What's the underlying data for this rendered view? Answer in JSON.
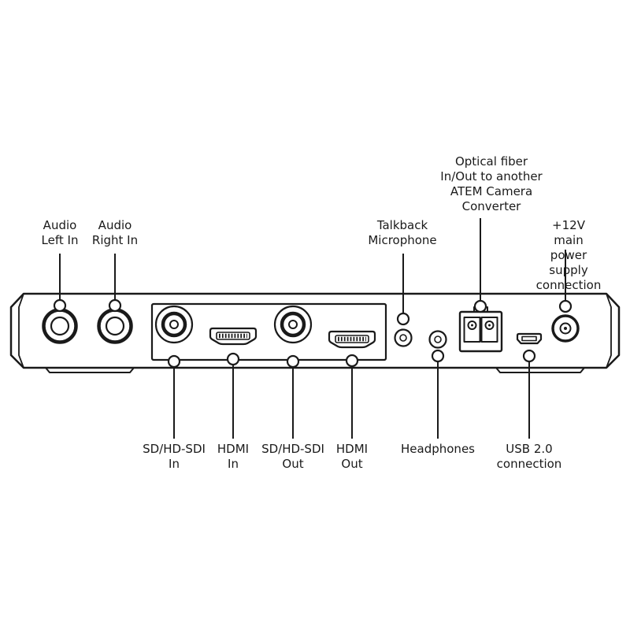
{
  "diagram": {
    "device": "rear-panel-connector-diagram",
    "labels": {
      "audio_left_in": "Audio\nLeft In",
      "audio_right_in": "Audio\nRight In",
      "talkback_microphone": "Talkback\nMicrophone",
      "optical_fiber": "Optical fiber\nIn/Out to another\nATEM Camera\nConverter",
      "power": "+12V main power\nsupply connection",
      "sdi_in": "SD/HD-SDI\nIn",
      "hdmi_in": "HDMI\nIn",
      "sdi_out": "SD/HD-SDI\nOut",
      "hdmi_out": "HDMI\nOut",
      "headphones": "Headphones",
      "usb": "USB 2.0\nconnection"
    },
    "colors": {
      "line": "#1a1a1a",
      "text": "#1a1a1a",
      "background": "#ffffff"
    }
  }
}
